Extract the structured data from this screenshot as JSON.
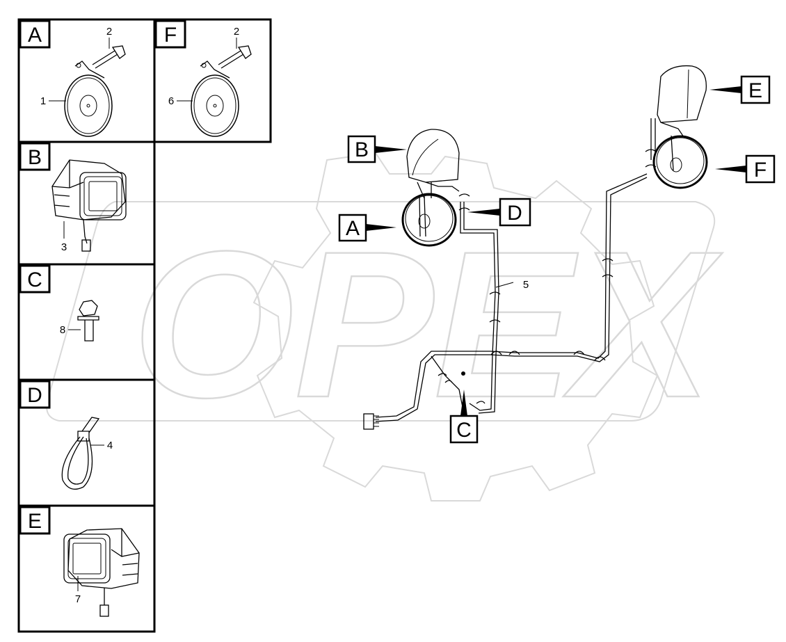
{
  "watermark": {
    "brand": "OPEX"
  },
  "corner_mark": "",
  "panels": [
    {
      "id": "A",
      "letter": "A",
      "part_numbers": [
        "1",
        "2"
      ],
      "icon": "horn-icon"
    },
    {
      "id": "F",
      "letter": "F",
      "part_numbers": [
        "6",
        "2"
      ],
      "icon": "horn-icon"
    },
    {
      "id": "B",
      "letter": "B",
      "part_numbers": [
        "3"
      ],
      "icon": "work-lamp-icon"
    },
    {
      "id": "C",
      "letter": "C",
      "part_numbers": [
        "8"
      ],
      "icon": "bolt-icon"
    },
    {
      "id": "D",
      "letter": "D",
      "part_numbers": [
        "4"
      ],
      "icon": "cable-tie-icon"
    },
    {
      "id": "E",
      "letter": "E",
      "part_numbers": [
        "7"
      ],
      "icon": "work-lamp-icon"
    }
  ],
  "assembly": {
    "callouts": [
      "A",
      "B",
      "C",
      "D",
      "E",
      "F"
    ],
    "harness_number": "5"
  }
}
